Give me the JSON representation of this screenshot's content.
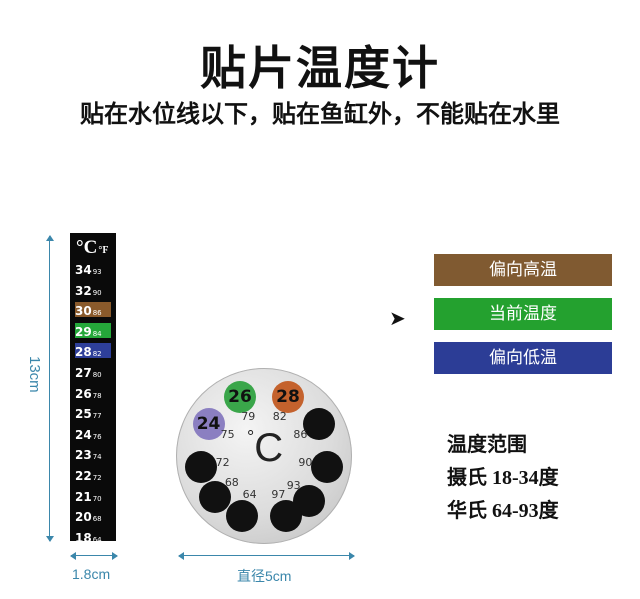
{
  "title": "贴片温度计",
  "subtitle": "贴在水位线以下，贴在鱼缸外，不能贴在水里",
  "dimensions": {
    "height": "13cm",
    "width": "1.8cm",
    "diameter": "直径5cm"
  },
  "strip": {
    "unit_c": "°C",
    "unit_f": "°F",
    "rows": [
      {
        "c": "34",
        "f": "93",
        "state": ""
      },
      {
        "c": "32",
        "f": "90",
        "state": ""
      },
      {
        "c": "30",
        "f": "86",
        "state": "warm"
      },
      {
        "c": "29",
        "f": "84",
        "state": "cur"
      },
      {
        "c": "28",
        "f": "82",
        "state": "cool"
      },
      {
        "c": "27",
        "f": "80",
        "state": ""
      },
      {
        "c": "26",
        "f": "78",
        "state": ""
      },
      {
        "c": "25",
        "f": "77",
        "state": ""
      },
      {
        "c": "24",
        "f": "76",
        "state": ""
      },
      {
        "c": "23",
        "f": "74",
        "state": ""
      },
      {
        "c": "22",
        "f": "72",
        "state": ""
      },
      {
        "c": "21",
        "f": "70",
        "state": ""
      },
      {
        "c": "20",
        "f": "68",
        "state": ""
      },
      {
        "c": "18",
        "f": "64",
        "state": ""
      }
    ]
  },
  "round": {
    "symbol": "C",
    "deg": "°",
    "warm_value": "28",
    "current_value": "26",
    "cool_value": "24",
    "f_labels": [
      "79",
      "82",
      "75",
      "86",
      "72",
      "90",
      "68",
      "93",
      "64",
      "97"
    ]
  },
  "legend": [
    {
      "label": "偏向高温",
      "color": "#805a31"
    },
    {
      "label": "当前温度",
      "color": "#24a12f"
    },
    {
      "label": "偏向低温",
      "color": "#2c3d96"
    }
  ],
  "info": {
    "heading": "温度范围",
    "celsius": "摄氏 18-34度",
    "fahrenheit": "华氏 64-93度"
  }
}
